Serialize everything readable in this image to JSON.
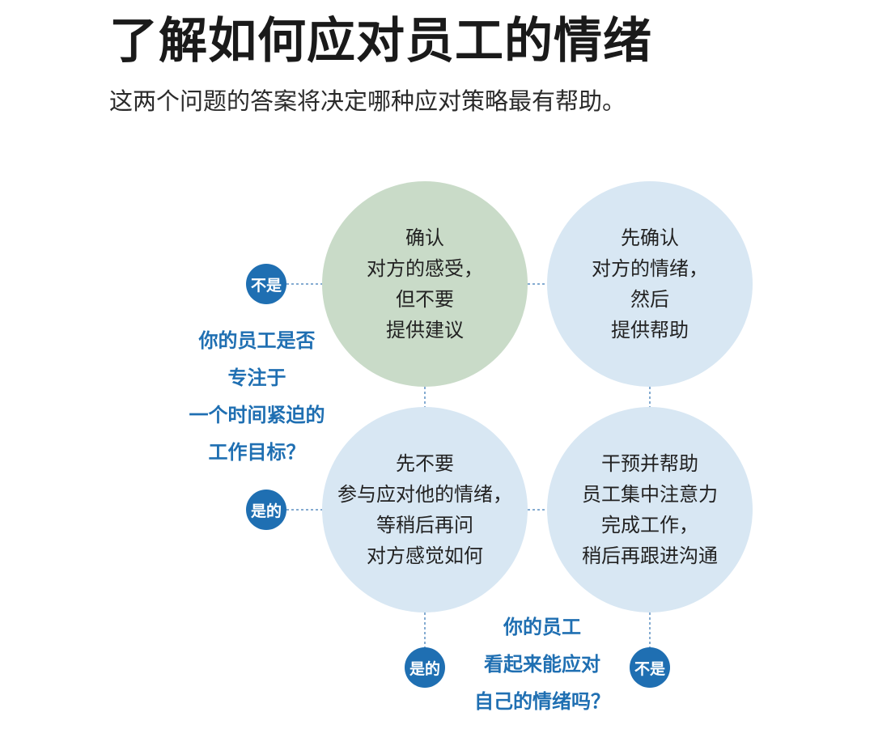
{
  "title": "了解如何应对员工的情绪",
  "subtitle": "这两个问题的答案将决定哪种应对策略最有帮助。",
  "colors": {
    "accent_blue": "#1f6fb2",
    "circle_green": "#c9dbc8",
    "circle_blue": "#d8e7f3",
    "connector": "#5b8fc2"
  },
  "questions": {
    "focus_question": [
      "你的员工是否",
      "专注于",
      "一个时间紧迫的",
      "工作目标？"
    ],
    "coping_question": [
      "你的员工",
      "看起来能应对",
      "自己的情绪吗？"
    ]
  },
  "badges": {
    "left_top": "不是",
    "left_bottom": "是的",
    "bottom_left": "是的",
    "bottom_right": "不是"
  },
  "quadrants": {
    "top_left": [
      "确认",
      "对方的感受，",
      "但不要",
      "提供建议"
    ],
    "top_right": [
      "先确认",
      "对方的情绪，",
      "然后",
      "提供帮助"
    ],
    "bottom_left": [
      "先不要",
      "参与应对他的情绪，",
      "等稍后再问",
      "对方感觉如何"
    ],
    "bottom_right": [
      "干预并帮助",
      "员工集中注意力",
      "完成工作，",
      "稍后再跟进沟通"
    ]
  }
}
